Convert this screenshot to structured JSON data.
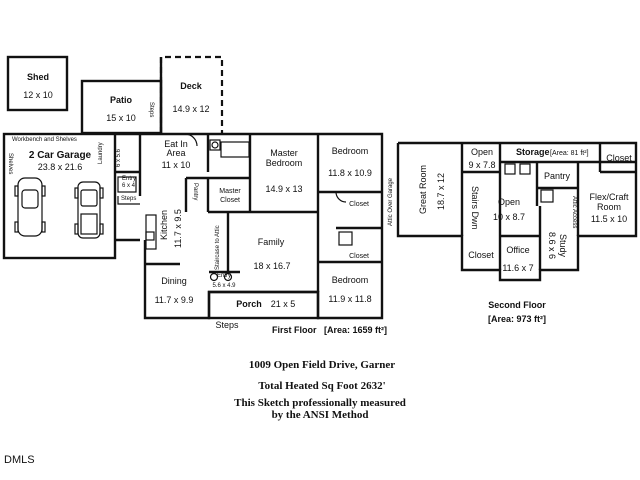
{
  "first_floor": {
    "shed": {
      "name": "Shed",
      "dim": "12 x 10"
    },
    "patio": {
      "name": "Patio",
      "dim": "15 x 10"
    },
    "patio_steps": "Steps",
    "deck": {
      "name": "Deck",
      "dim": "14.9 x 12"
    },
    "workbench": "Workbench and Shelves",
    "shelves": "Shelves",
    "garage": {
      "name": "2 Car Garage",
      "dim": "23.8 x 21.6"
    },
    "laundry": {
      "name": "Laundry",
      "dim": "6 x 5.6"
    },
    "entry_top": {
      "name": "Entry",
      "dim": "6 x 4"
    },
    "garage_steps": "Steps",
    "eat_in": {
      "name": "Eat In",
      "name2": "Area",
      "dim": "11 x 10"
    },
    "pantry": "Pantry",
    "master_closet": {
      "name": "Master",
      "name2": "Closet"
    },
    "master_bedroom": {
      "name": "Master",
      "name2": "Bedroom",
      "dim": "14.9 x 13"
    },
    "bedroom1": {
      "name": "Bedroom",
      "dim": "11.8 x 10.9"
    },
    "closet1": "Closet",
    "closet2": "Closet",
    "kitchen": {
      "name": "Kitchen",
      "dim": "11.7 x 9.5"
    },
    "staircase": "Staircase to Attic",
    "family": {
      "name": "Family",
      "dim": "18 x 16.7"
    },
    "entry_bottom": {
      "name": "Entry",
      "dim": "5.6 x 4.9"
    },
    "dining": {
      "name": "Dining",
      "dim": "11.7 x 9.9"
    },
    "porch": {
      "name": "Porch",
      "dim": "21 x 5"
    },
    "bedroom2": {
      "name": "Bedroom",
      "dim": "11.9 x 11.8"
    },
    "front_steps": "Steps",
    "label": "First Floor",
    "area": "[Area: 1659 ft²]"
  },
  "second_floor": {
    "attic_over_garage": "Attic Over Garage",
    "great_room": {
      "name": "Great Room",
      "dim": "18.7 x 12"
    },
    "open_top": {
      "name": "Open",
      "dim": "9 x 7.8"
    },
    "storage": {
      "name": "Storage",
      "area": "[Area: 81 ft²]"
    },
    "closet_right": "Closet",
    "pantry": "Pantry",
    "stairs_dwn": "Stairs Dwn",
    "open_mid": {
      "name": "Open",
      "dim": "10 x 8.7"
    },
    "attic_access": "Attic Access",
    "flex": {
      "name": "Flex/Craft",
      "name2": "Room",
      "dim": "11.5 x 10"
    },
    "study": {
      "name": "Study",
      "dim": "8.6 x 6"
    },
    "closet_bottom": "Closet",
    "office": {
      "name": "Office",
      "dim": "11.6 x 7"
    },
    "label": "Second Floor",
    "area": "[Area: 973 ft²]"
  },
  "caption": {
    "address": "1009 Open Field Drive, Garner",
    "heated": "Total Heated Sq Foot 2632'",
    "line3": "This Sketch professionally measured",
    "line4": "by the ANSI Method"
  },
  "watermark": "DMLS"
}
